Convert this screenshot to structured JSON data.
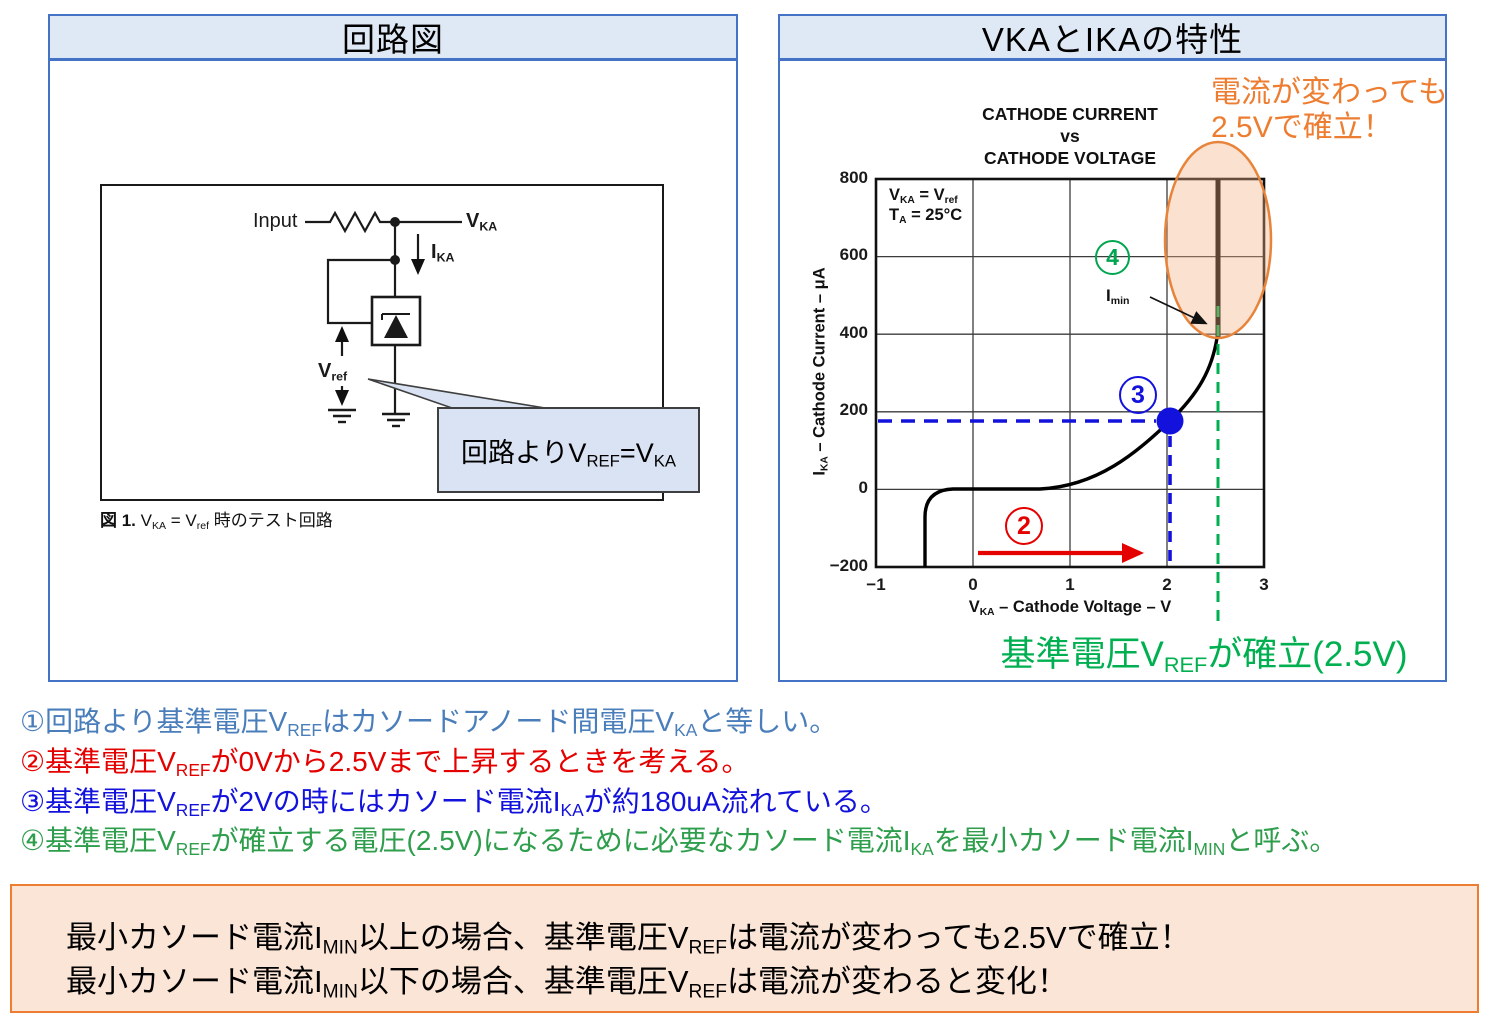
{
  "slide": {
    "left_panel": {
      "title": "回路図",
      "figure": {
        "input_label": "Input",
        "vka_label": "V_{KA}",
        "ika_label": "I_{KA}",
        "vref_label": "V_{ref}",
        "caption_prefix": "図 1.",
        "caption_rest": " V_{KA} = V_{ref} 時のテスト回路",
        "callout_text": "回路よりV_{REF}=V_{KA}"
      }
    },
    "right_panel": {
      "title": "VKAとIKAの特性",
      "annotation_line1": "電流が変わっても",
      "annotation_line2": "2.5Vで確立！",
      "caption_green": "基準電圧V_{REF}が確立(2.5V)",
      "graph": {
        "title_lines": [
          "CATHODE CURRENT",
          "vs",
          "CATHODE VOLTAGE"
        ],
        "conditions": [
          "V_{KA} = V_{ref}",
          "T_{A} = 25°C"
        ],
        "y_axis_title": "I_{KA} – Cathode Current – μA",
        "x_axis_title": "V_{KA} – Cathode Voltage – V",
        "imin_label": "I_{min}",
        "markers": {
          "step2": "2",
          "step3": "3",
          "step4": "4"
        }
      }
    },
    "notes": [
      {
        "text": "①回路より基準電圧V_{REF}はカソードアノード間電圧V_{KA}と等しい。",
        "color": "#4A7EBB"
      },
      {
        "text": "②基準電圧V_{REF}が0Vから2.5Vまで上昇するときを考える。",
        "color": "#E50000"
      },
      {
        "text": "③基準電圧V_{REF}が2Vの時にはカソード電流I_{KA}が約180uA流れている。",
        "color": "#1212DC"
      },
      {
        "text": "④基準電圧V_{REF}が確立する電圧(2.5V)になるために必要なカソード電流I_{KA}を最小カソード電流I_{MIN}と呼ぶ。",
        "color": "#2E9E4C"
      }
    ],
    "summary_box": {
      "lines": [
        "最小カソード電流I_{MIN}以上の場合、基準電圧V_{REF}は電流が変わっても2.5Vで確立！",
        "最小カソード電流I_{MIN}以下の場合、基準電圧V_{REF}は電流が変わると変化！"
      ]
    }
  },
  "chart_data": {
    "type": "line",
    "title": "CATHODE CURRENT vs CATHODE VOLTAGE",
    "xlabel": "VKA – Cathode Voltage – V",
    "ylabel": "IKA – Cathode Current – μA",
    "xlim": [
      -1,
      3
    ],
    "ylim": [
      -200,
      800
    ],
    "x_ticks": [
      -1,
      0,
      1,
      2,
      3
    ],
    "y_ticks": [
      800,
      600,
      400,
      200,
      0,
      -200
    ],
    "x_tick_labels": [
      "−1",
      "0",
      "1",
      "2",
      "3"
    ],
    "y_tick_labels": [
      "800",
      "600",
      "400",
      "200",
      "0",
      "−200"
    ],
    "grid": true,
    "conditions": [
      "VKA = Vref",
      "TA = 25°C"
    ],
    "series": [
      {
        "name": "IKA vs VKA characteristic",
        "points": [
          [
            -0.52,
            -200
          ],
          [
            -0.5,
            -80
          ],
          [
            -0.4,
            -10
          ],
          [
            -0.3,
            0
          ],
          [
            0,
            0
          ],
          [
            0.9,
            5
          ],
          [
            1.3,
            35
          ],
          [
            1.6,
            80
          ],
          [
            2.0,
            180
          ],
          [
            2.3,
            300
          ],
          [
            2.5,
            400
          ],
          [
            2.5,
            800
          ]
        ]
      }
    ],
    "annotations": [
      {
        "type": "point",
        "x": 2.0,
        "y": 180,
        "label": "step 3: at VREF = 2V, IKA ≈ 180uA",
        "color": "#1212DC"
      },
      {
        "type": "vline",
        "x": 2.5,
        "label": "VREF established at 2.5V",
        "color": "#00B050"
      },
      {
        "type": "point",
        "x": 2.5,
        "y": 400,
        "label": "Imin (minimum cathode current)",
        "color": "#000000"
      },
      {
        "type": "arrow",
        "from_x": 0,
        "to_x": 2.0,
        "y": -150,
        "label": "step 2: VREF rises from 0V to 2.5V",
        "color": "#E50000"
      },
      {
        "type": "highlight-ellipse",
        "x": 2.5,
        "y_range": [
          400,
          800
        ],
        "label": "step 4: current varies, voltage fixed at 2.5V",
        "color": "#ED7D31"
      }
    ]
  },
  "colors": {
    "panel_border": "#4472C4",
    "panel_header_bg": "#DFE9F5",
    "note_blue": "#4A7EBB",
    "red": "#E50000",
    "blue": "#1212DC",
    "green": "#2E9E4C",
    "green_dash": "#00B050",
    "orange": "#ED7D31",
    "highlight_fill": "#F4B183",
    "callout_bg": "#DAE3F3",
    "summary_bg": "#FBE5D6"
  }
}
